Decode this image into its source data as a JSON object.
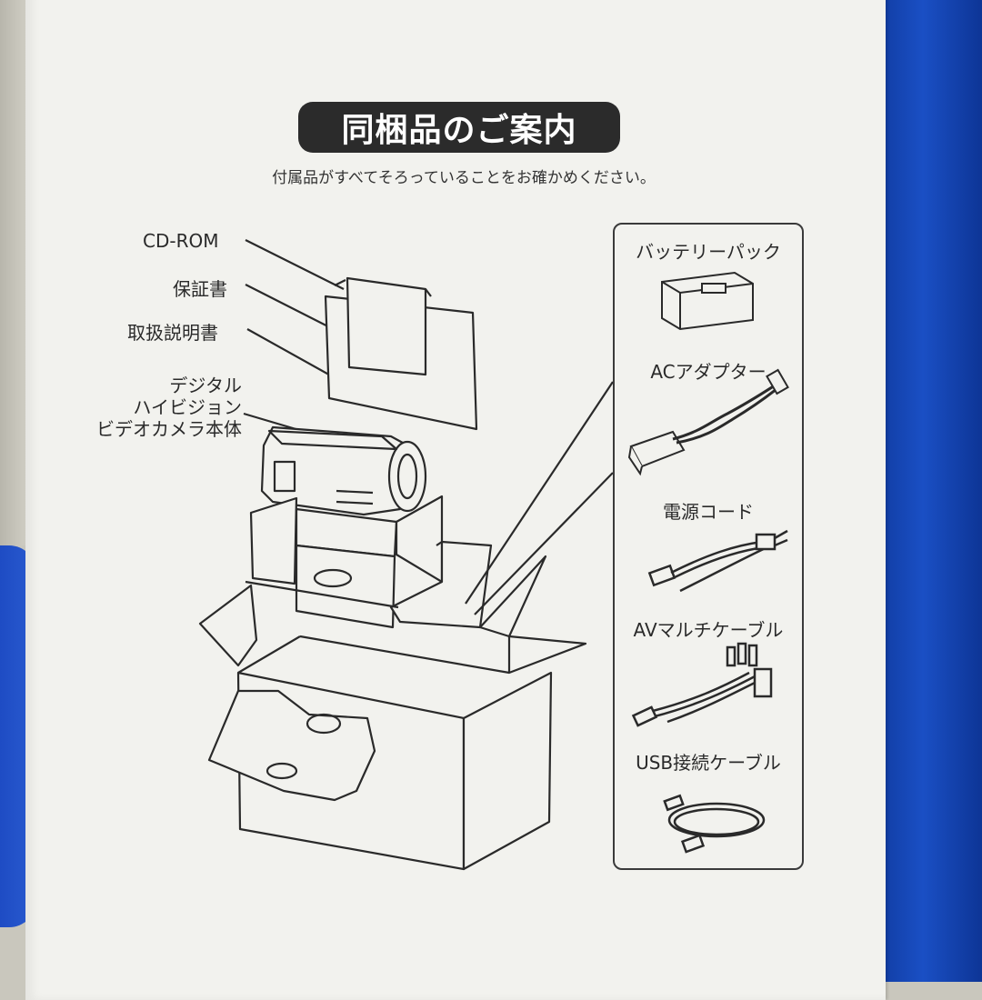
{
  "section": {
    "title": "同梱品のご案内",
    "subtitle": "付属品がすべてそろっていることをお確かめください。"
  },
  "contents_labels": {
    "cd_rom": "CD-ROM",
    "warranty": "保証書",
    "manual": "取扱説明書",
    "camera_line1": "デジタル",
    "camera_line2": "ハイビジョン",
    "camera_line3": "ビデオカメラ本体"
  },
  "accessories": [
    {
      "label": "バッテリーパック",
      "icon": "battery-pack-icon"
    },
    {
      "label": "ACアダプター",
      "icon": "ac-adapter-icon"
    },
    {
      "label": "電源コード",
      "icon": "power-cord-icon"
    },
    {
      "label": "AVマルチケーブル",
      "icon": "av-multi-cable-icon"
    },
    {
      "label": "USB接続ケーブル",
      "icon": "usb-cable-icon"
    }
  ],
  "colors": {
    "card": "#f2f2ee",
    "title_pill": "#2b2b2b",
    "line_art": "#2a2a2a",
    "box_blue": "#1a4fc4"
  }
}
